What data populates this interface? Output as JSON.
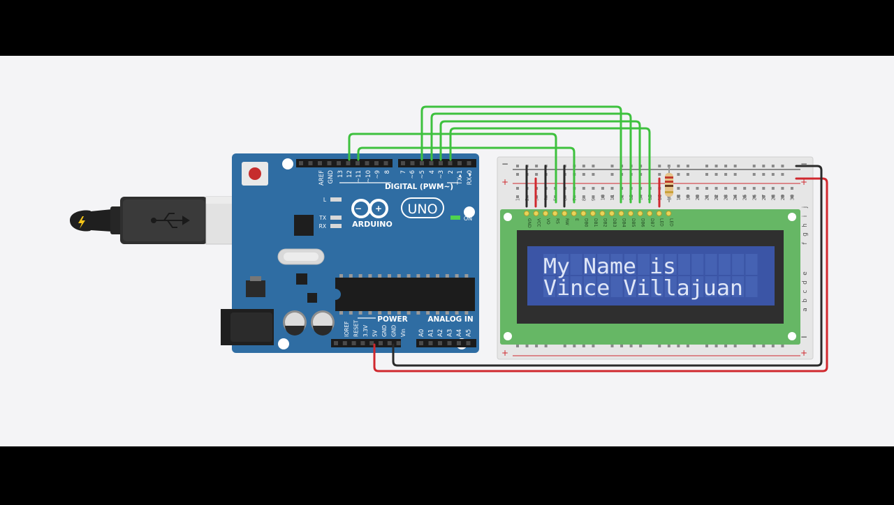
{
  "arduino": {
    "header_top": [
      "AREF",
      "GND",
      "13",
      "12",
      "~11",
      "~10",
      "~9",
      "8",
      "7",
      "~6",
      "~5",
      "4",
      "~3",
      "2",
      "TX▸1",
      "RX◂0"
    ],
    "digital_label": "DIGITAL (PWM~)",
    "led_labels": [
      "L",
      "TX",
      "RX"
    ],
    "brand": "ARDUINO",
    "model": "UNO",
    "on_label": "ON",
    "power_label": "POWER",
    "analog_label": "ANALOG IN",
    "power_pins": [
      "IOREF",
      "RESET",
      "3.3V",
      "5V",
      "GND",
      "GND",
      "Vin"
    ],
    "analog_pins": [
      "A0",
      "A1",
      "A2",
      "A3",
      "A4",
      "A5"
    ]
  },
  "breadboard": {
    "minus": "−",
    "plus": "+",
    "numbers": [
      "1",
      "2",
      "3",
      "4",
      "5",
      "6",
      "7",
      "8",
      "9",
      "10",
      "11",
      "12",
      "13",
      "14",
      "15",
      "16",
      "17",
      "18",
      "19",
      "20",
      "21",
      "22",
      "23",
      "24",
      "25",
      "26",
      "27",
      "28",
      "29",
      "30"
    ],
    "rows_upper": [
      "j",
      "i",
      "h",
      "g",
      "f"
    ],
    "rows_lower": [
      "e",
      "d",
      "c",
      "b",
      "a"
    ]
  },
  "lcd": {
    "pins": [
      "GND",
      "VCC",
      "VO",
      "RS",
      "RW",
      "E",
      "DB0",
      "DB1",
      "DB2",
      "DB3",
      "DB4",
      "DB5",
      "DB6",
      "DB7",
      "LED",
      "LED"
    ],
    "line1": "My Name is",
    "line2": "Vince Villajuan"
  },
  "colors": {
    "board": "#2f6da3",
    "lcd_pcb": "#66b765",
    "lcd_screen": "#3b55a6",
    "wire_green": "#3ec13e",
    "wire_red": "#d0282e",
    "wire_black": "#2a2a2a"
  }
}
